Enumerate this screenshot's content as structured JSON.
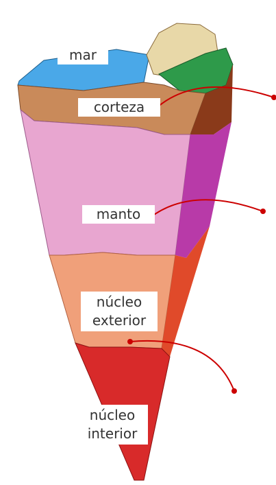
{
  "diagram": {
    "labels": {
      "mar": "mar",
      "corteza": "corteza",
      "manto": "manto",
      "nucleo_exterior": [
        "núcleo",
        "exterior"
      ],
      "nucleo_interior": [
        "núcleo",
        "interior"
      ]
    },
    "colors": {
      "sea": "#4aa8e8",
      "land_green": "#2e9a4a",
      "crust": "#c98a5a",
      "crust_dark": "#8a4a2a",
      "mantle_front": "#e8a6d0",
      "mantle_side": "#b83aa8",
      "outer_core_front": "#f0a07a",
      "outer_core_side": "#e04a2a",
      "inner_core": "#d82a2a",
      "pointer_line": "#cc0000"
    }
  }
}
